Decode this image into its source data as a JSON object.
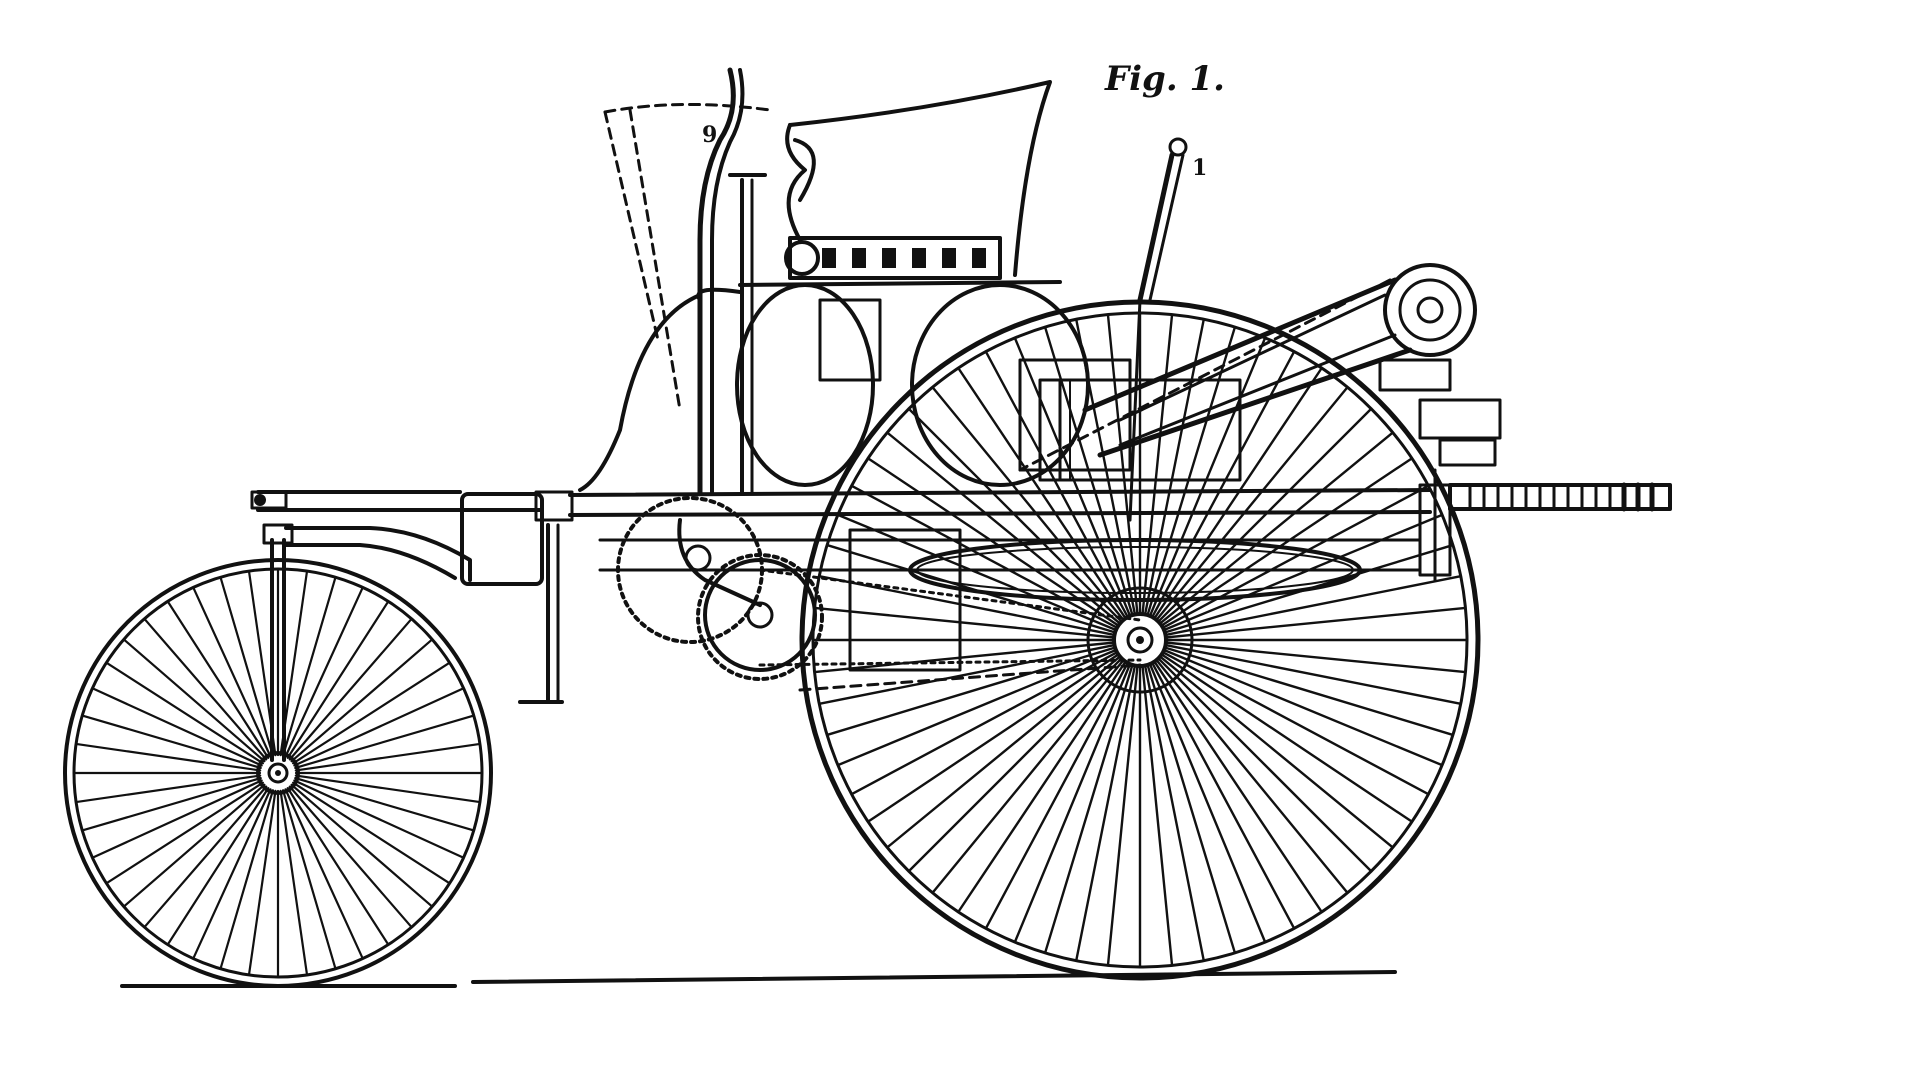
{
  "figure": {
    "caption": "Fig. 1.",
    "reference_numerals": [
      "9",
      "1"
    ]
  },
  "colors": {
    "ink": "#111111",
    "paper": "#ffffff"
  },
  "icons": {
    "front_wheel": "spoked-wheel-icon",
    "rear_wheel": "spoked-wheel-icon"
  }
}
